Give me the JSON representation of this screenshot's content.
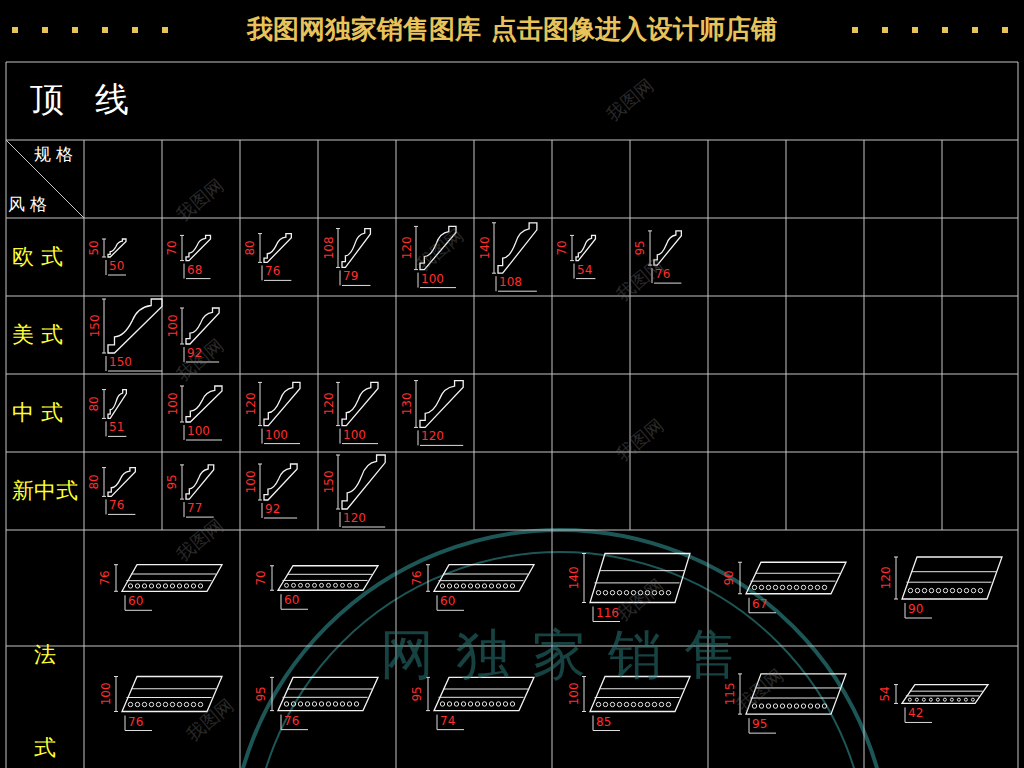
{
  "diagram": {
    "title": "顶 线",
    "labels": [
      "我图网独家销售图库 点击图像进入设计师店铺",
      "规 格",
      "风 格",
      "欧 式",
      "美 式",
      "中 式",
      "新中式",
      "法",
      "式",
      "50",
      "50",
      "70",
      "68",
      "80",
      "76",
      "108",
      "79",
      "120",
      "100",
      "140",
      "108",
      "70",
      "54",
      "95",
      "76",
      "150",
      "150",
      "100",
      "92",
      "80",
      "51",
      "100",
      "100",
      "120",
      "100",
      "120",
      "100",
      "130",
      "120",
      "80",
      "76",
      "95",
      "77",
      "100",
      "92",
      "150",
      "120",
      "76",
      "60",
      "70",
      "60",
      "76",
      "60",
      "140",
      "116",
      "90",
      "67",
      "120",
      "90",
      "100",
      "76",
      "95",
      "76",
      "95",
      "74",
      "100",
      "85",
      "115",
      "95",
      "54",
      "42",
      "网独家销售",
      "我图网",
      "我图网",
      "我图网",
      "我图网",
      "我图网",
      "我图网",
      "我图网",
      "我图网",
      "我图网",
      "我图网"
    ]
  }
}
